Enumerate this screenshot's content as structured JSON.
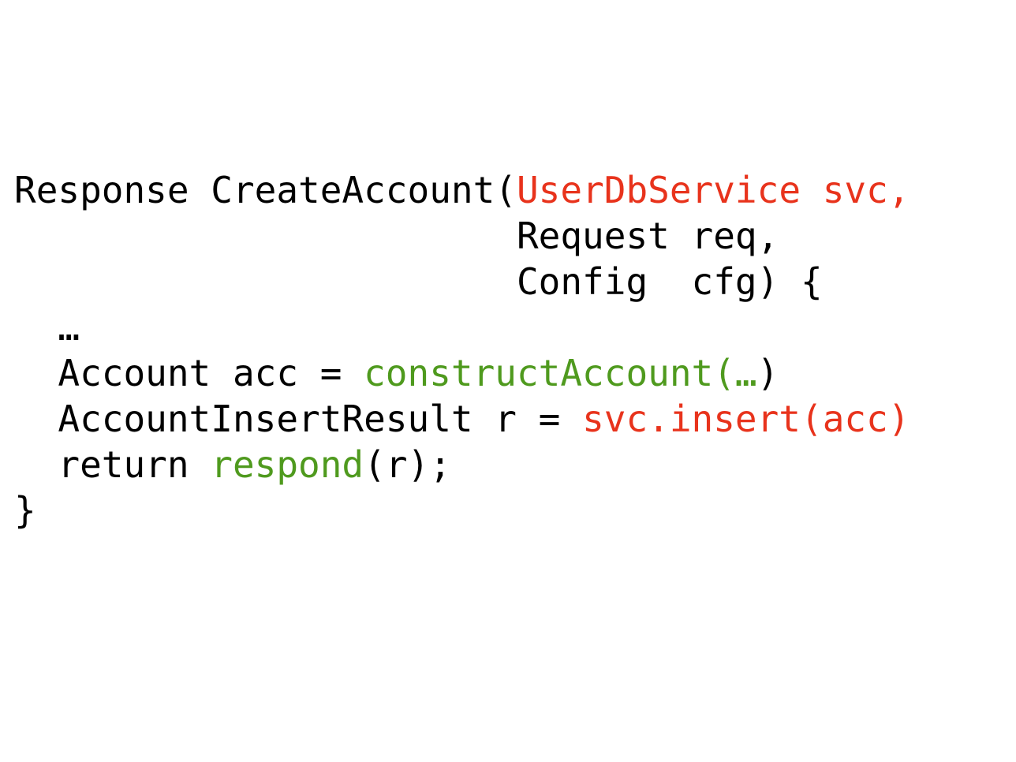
{
  "colors": {
    "text": "#000000",
    "red": "#e8331c",
    "green": "#4f9a1e",
    "background": "#ffffff"
  },
  "lines": [
    [
      {
        "t": "Response CreateAccount(",
        "c": "plain"
      },
      {
        "t": "UserDbService svc,",
        "c": "red"
      }
    ],
    [
      {
        "t": "                       Request req,",
        "c": "plain"
      }
    ],
    [
      {
        "t": "                       Config  cfg) {",
        "c": "plain"
      }
    ],
    [
      {
        "t": "  …",
        "c": "plain"
      }
    ],
    [
      {
        "t": "  Account acc = ",
        "c": "plain"
      },
      {
        "t": "constructAccount(…",
        "c": "green"
      },
      {
        "t": ")",
        "c": "plain"
      }
    ],
    [
      {
        "t": "  AccountInsertResult r = ",
        "c": "plain"
      },
      {
        "t": "svc.insert(acc)",
        "c": "red"
      }
    ],
    [
      {
        "t": "  return ",
        "c": "plain"
      },
      {
        "t": "respond",
        "c": "green"
      },
      {
        "t": "(r);",
        "c": "plain"
      }
    ],
    [
      {
        "t": "}",
        "c": "plain"
      }
    ]
  ]
}
